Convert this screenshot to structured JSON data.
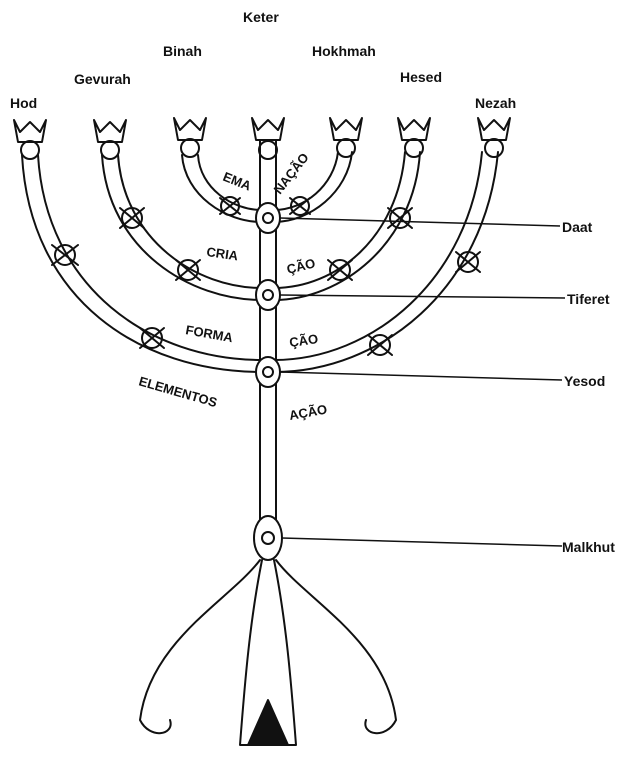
{
  "sefirot": {
    "keter": "Keter",
    "binah": "Binah",
    "hokhmah": "Hokhmah",
    "gevurah": "Gevurah",
    "hesed": "Hesed",
    "hod": "Hod",
    "nezah": "Nezah"
  },
  "side_labels": {
    "daat": "Daat",
    "tiferet": "Tiferet",
    "yesod": "Yesod",
    "malkhut": "Malkhut"
  },
  "worlds": {
    "emanation_left": "EMA",
    "emanation_right": "NAÇÃO",
    "creation_left": "CRIA",
    "creation_right": "ÇÃO",
    "formation_left": "FORMA",
    "formation_right": "ÇÃO",
    "action_left": "ELEMENTOS",
    "action_right": "AÇÃO"
  },
  "colors": {
    "ink": "#111111",
    "background": "#ffffff"
  }
}
